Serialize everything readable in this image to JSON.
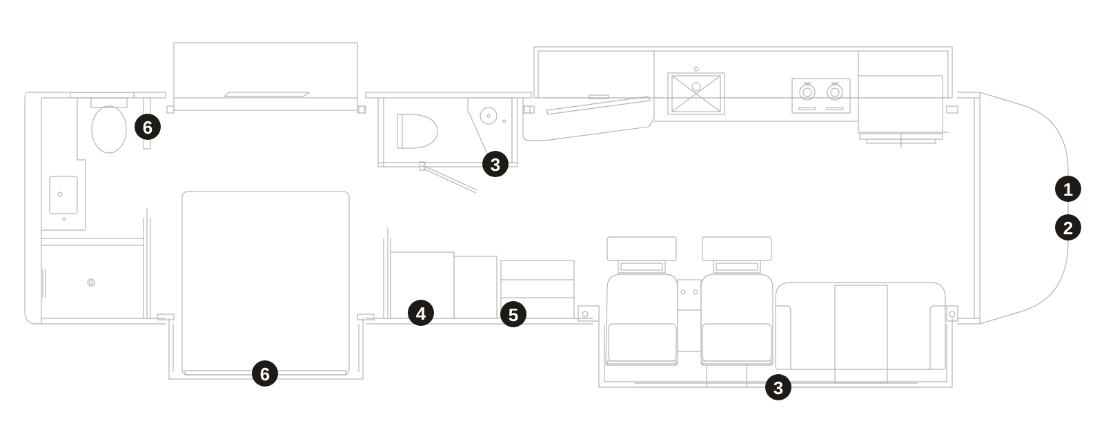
{
  "colors": {
    "line": "#b3b3b3",
    "badge_fill": "#1e1a16",
    "badge_text": "#ffffff",
    "background": "#ffffff"
  },
  "badges": [
    {
      "id": "badge-6-top",
      "label": "6"
    },
    {
      "id": "badge-3-top",
      "label": "3"
    },
    {
      "id": "badge-1",
      "label": "1"
    },
    {
      "id": "badge-2",
      "label": "2"
    },
    {
      "id": "badge-4",
      "label": "4"
    },
    {
      "id": "badge-5",
      "label": "5"
    },
    {
      "id": "badge-6-bottom",
      "label": "6"
    },
    {
      "id": "badge-3-bottom",
      "label": "3"
    }
  ]
}
